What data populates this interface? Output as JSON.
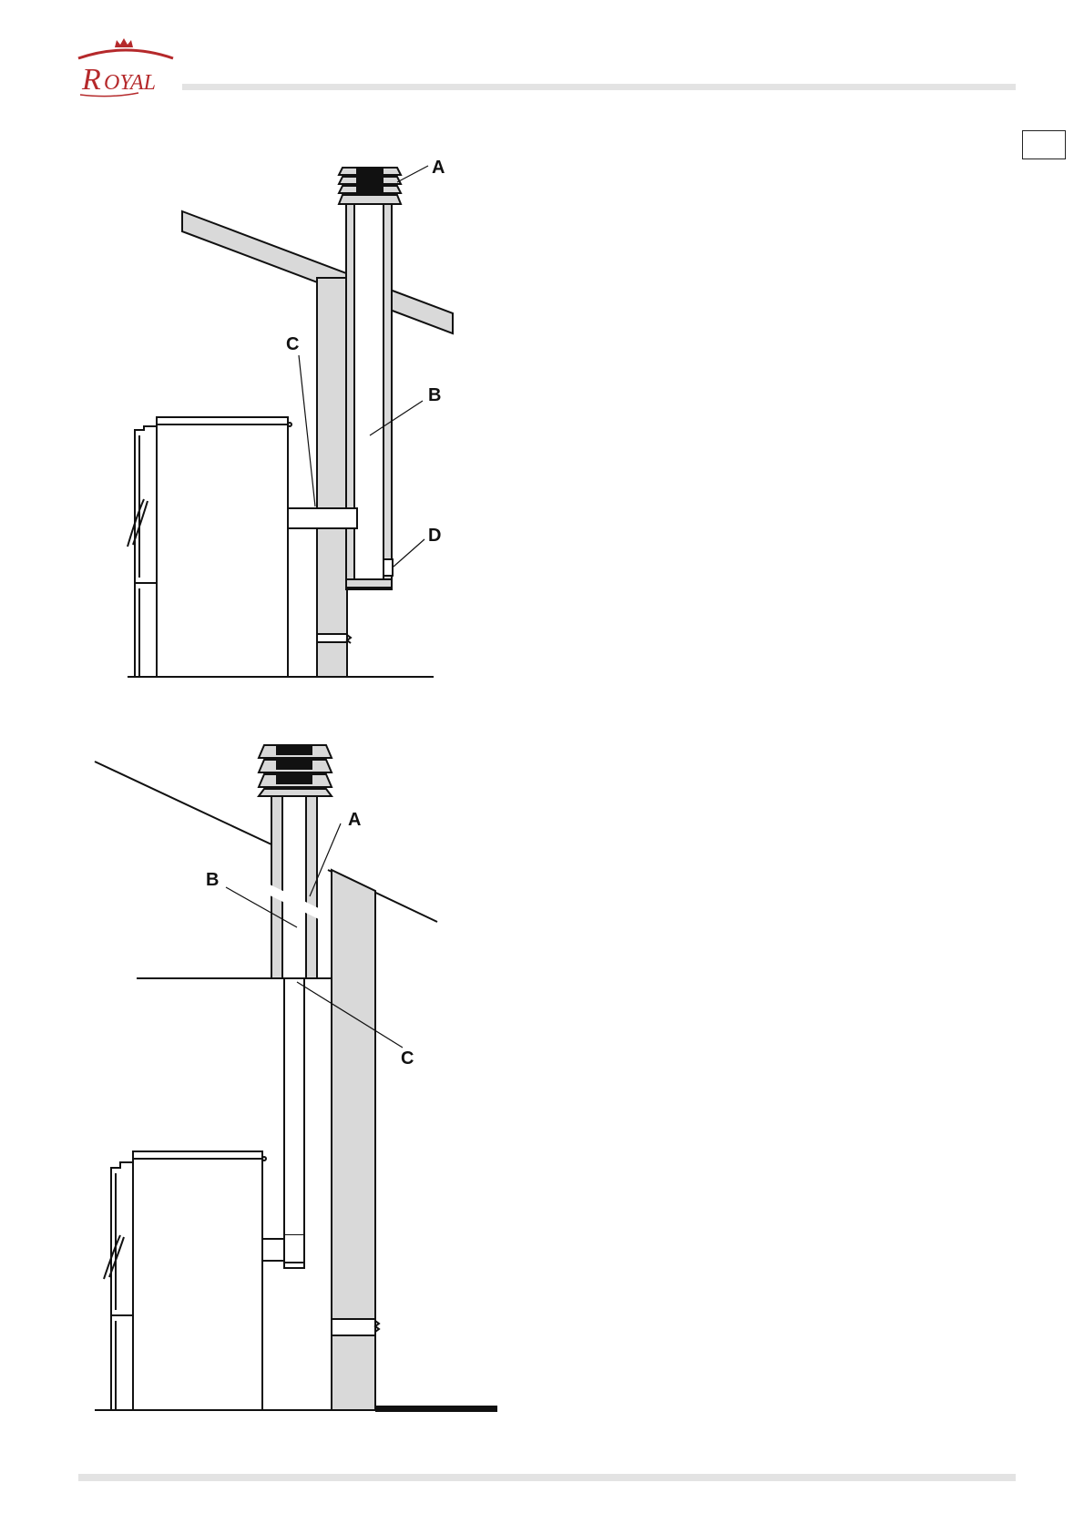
{
  "brand": {
    "name": "Royal",
    "accent_color": "#b5292b"
  },
  "header": {
    "logo_icon": "royal-crown-logo"
  },
  "language_box": {
    "text": ""
  },
  "figure_1": {
    "labels": {
      "a": "A",
      "b": "B",
      "c": "C",
      "d": "D"
    }
  },
  "figure_2": {
    "labels": {
      "a": "A",
      "b": "B",
      "c": "C"
    }
  },
  "colors": {
    "wall_fill": "#d9d9d9",
    "line": "#111111"
  }
}
